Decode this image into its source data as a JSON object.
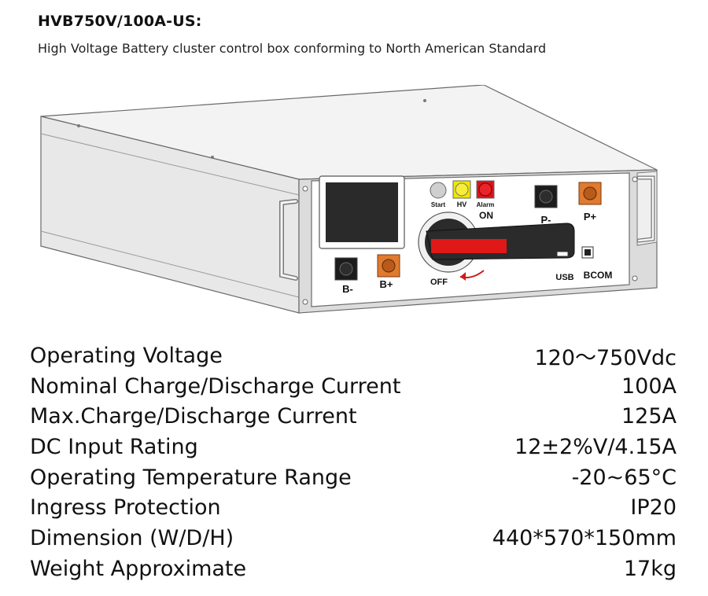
{
  "header": {
    "title": "HVB750V/100A-US:",
    "subtitle": "High Voltage Battery cluster control box conforming to North American Standard"
  },
  "device_panel": {
    "indicators": [
      {
        "label": "Start",
        "color": "#cfcfcf"
      },
      {
        "label": "HV",
        "color": "#f2e600"
      },
      {
        "label": "Alarm",
        "color": "#d8141a"
      }
    ],
    "on_label": "ON",
    "off_label": "OFF",
    "ports": {
      "p_minus": "P-",
      "p_plus": "P+",
      "b_minus": "B-",
      "b_plus": "B+",
      "usb": "USB",
      "bcom": "BCOM"
    },
    "colors": {
      "terminal_orange": "#e07a2e",
      "terminal_black": "#1c1c1c",
      "handle_red": "#e01818",
      "arrow_red": "#d01a1a"
    }
  },
  "specs": [
    {
      "label": "Operating Voltage",
      "value": "120～750Vdc"
    },
    {
      "label": "Nominal Charge/Discharge Current",
      "value": "100A"
    },
    {
      "label": "Max.Charge/Discharge Current",
      "value": "125A"
    },
    {
      "label": "DC Input Rating",
      "value": "12±2%V/4.15A"
    },
    {
      "label": "Operating Temperature Range",
      "value": "-20~65°C"
    },
    {
      "label": "Ingress Protection",
      "value": "IP20"
    },
    {
      "label": "Dimension (W/D/H)",
      "value": "440*570*150mm"
    },
    {
      "label": "Weight Approximate",
      "value": "17kg"
    }
  ]
}
